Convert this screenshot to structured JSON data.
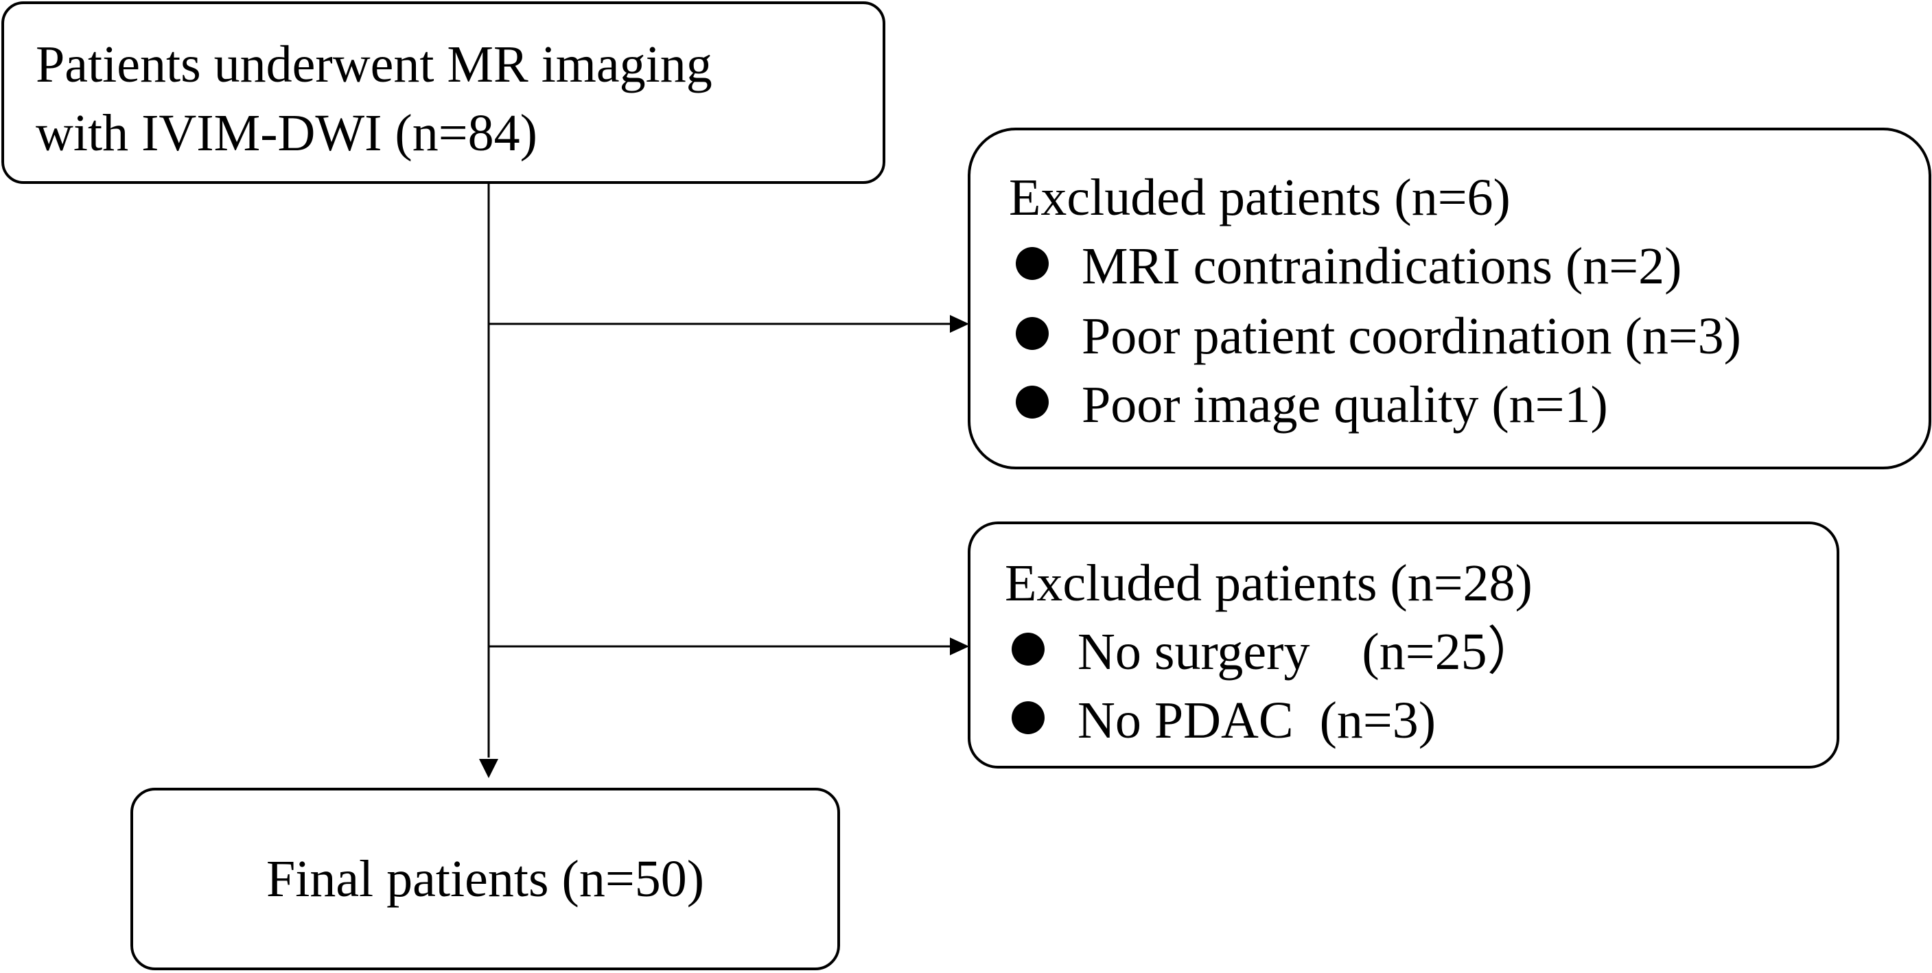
{
  "nodes": {
    "screened": {
      "line1": "Patients underwent MR imaging",
      "line2": "with IVIM-DWI (n=84)"
    },
    "excluded_first": {
      "title": "Excluded patients (n=6)",
      "items": [
        "MRI contraindications (n=2)",
        "Poor patient coordination (n=3)",
        "Poor image quality (n=1)"
      ]
    },
    "excluded_second": {
      "title": "Excluded patients (n=28)",
      "items": [
        "No surgery　(n=25）",
        "No PDAC  (n=3)"
      ]
    },
    "final": {
      "label": "Final patients (n=50)"
    }
  },
  "edges": [
    {
      "from": "screened",
      "to": "excluded_first"
    },
    {
      "from": "screened",
      "to": "excluded_second"
    },
    {
      "from": "screened",
      "to": "final"
    }
  ],
  "colors": {
    "stroke": "#000000",
    "background": "#ffffff"
  }
}
